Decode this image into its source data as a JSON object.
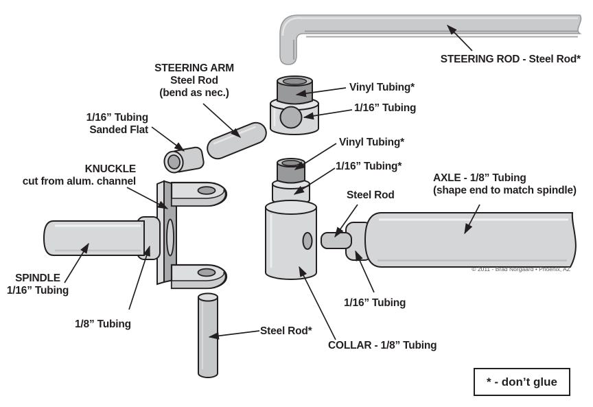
{
  "diagram": {
    "colors": {
      "outline": "#231f20",
      "part_fill": "#d5d7d9",
      "part_fill_light": "#e2e3e5",
      "vinyl_fill": "#98999b",
      "hole_fill": "#aeb0b2",
      "rod_fill": "#c8cacc"
    },
    "labels": {
      "steering_arm": {
        "line1": "STEERING ARM",
        "line2": "Steel Rod",
        "line3": "(bend as nec.)"
      },
      "sanded_tubing": {
        "line1": "1/16” Tubing",
        "line2": "Sanded Flat"
      },
      "knuckle": {
        "line1": "KNUCKLE",
        "line2": "cut from alum. channel"
      },
      "steering_rod": "STEERING ROD - Steel Rod*",
      "vinyl_tubing_top": "Vinyl Tubing*",
      "tubing_116_top": "1/16” Tubing",
      "vinyl_tubing_mid": "Vinyl Tubing*",
      "tubing_116_mid": "1/16” Tubing*",
      "steel_rod_axle": "Steel Rod",
      "axle": {
        "line1": "AXLE - 1/8” Tubing",
        "line2": "(shape end to match spindle)"
      },
      "spindle": {
        "line1": "SPINDLE",
        "line2": "1/16” Tubing"
      },
      "tubing_18": "1/8” Tubing",
      "steel_rod_bottom": "Steel Rod*",
      "tubing_116_axle": "1/16” Tubing",
      "collar": "COLLAR - 1/8” Tubing",
      "copyright": "© 2011 - Brad Norgaard • Phoenix, AZ",
      "dont_glue": "* - don’t glue"
    }
  }
}
